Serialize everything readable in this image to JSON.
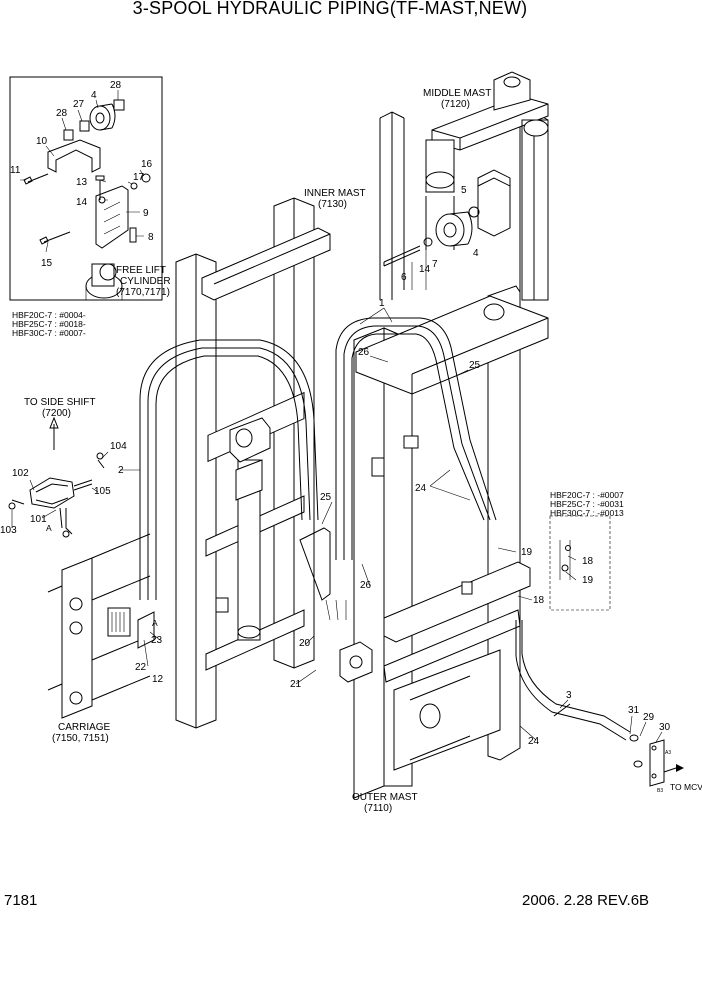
{
  "title": "3-SPOOL HYDRAULIC PIPING(TF-MAST,NEW)",
  "page_number": "7181",
  "revision": "2006. 2.28  REV.6B",
  "assemblies": {
    "middle_mast": [
      "MIDDLE MAST",
      "(7120)"
    ],
    "inner_mast": [
      "INNER MAST",
      "(7130)"
    ],
    "free_lift": [
      "FREE LIFT",
      "CYLINDER",
      "(7170,7171)"
    ],
    "to_side_shift": [
      "TO SIDE SHIFT",
      "(7200)"
    ],
    "carriage": [
      "CARRIAGE",
      "(7150, 7151)"
    ],
    "outer_mast": [
      "OUTER MAST",
      "(7110)"
    ],
    "to_mcv": "TO MCV"
  },
  "serial_notes_left": [
    "HBF20C-7 : #0004-",
    "HBF25C-7 : #0018-",
    "HBF30C-7 : #0007-"
  ],
  "serial_notes_right": [
    "HBF20C-7 : -#0007",
    "HBF25C-7 : -#0031",
    "HBF30C-7 : -#0013"
  ],
  "part_numbers": {
    "p28a": "28",
    "p4a": "4",
    "p27": "27",
    "p28b": "28",
    "p10": "10",
    "p16": "16",
    "p11": "11",
    "p13": "13",
    "p17": "17",
    "p14": "14",
    "p9": "9",
    "p8": "8",
    "p15": "15",
    "p5": "5",
    "p6": "6",
    "p14b": "14",
    "p7": "7",
    "p4b": "4",
    "p1": "1",
    "p26a": "26",
    "p25a": "25",
    "p24a": "24",
    "p104": "104",
    "p2": "2",
    "p102": "102",
    "p105": "105",
    "p101": "101",
    "p103": "103",
    "pA1": "A",
    "p25b": "25",
    "p26b": "26",
    "p19a": "19",
    "p18a": "18",
    "p19b": "19",
    "p18b": "18",
    "p20": "20",
    "pA2": "A",
    "p23": "23",
    "p22": "22",
    "p12": "12",
    "p21": "21",
    "p3": "3",
    "p31": "31",
    "p29": "29",
    "p30": "30",
    "p24b": "24"
  },
  "port_marks": [
    "A3",
    "B3"
  ]
}
